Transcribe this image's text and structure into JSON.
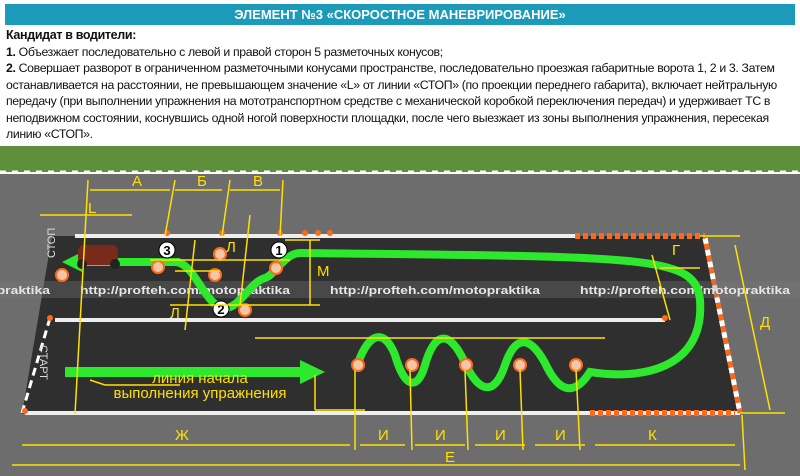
{
  "title": "ЭЛЕМЕНТ №3 «СКОРОСТНОЕ МАНЕВРИРОВАНИЕ»",
  "heading": "Кандидат в водители:",
  "items": [
    {
      "num": "1.",
      "text": " Объезжает последовательно с левой и правой сторон 5 разметочных конусов;"
    },
    {
      "num": "2.",
      "text": " Совершает разворот в ограниченном разметочными конусами пространстве, последовательно проезжая габаритные ворота 1, 2 и 3. Затем  останавливается на расстоянии, не превышающем значение «L» от линии «СТОП» (по проекции переднего габарита), включает нейтральную передачу (при выполнении упражнения на  мототранспортном средстве с механической коробкой переключения передач) и удерживает ТС в неподвижном состоянии, коснувшись одной ногой поверхности площадки, после чего  выезжает из зоны выполнения упражнения, пересекая линию «СТОП»."
    }
  ],
  "watermark": "http://profteh.com/motopraktika",
  "diagram": {
    "stop": "СТОП",
    "start": "СТАРТ",
    "start_line_label": [
      "линия начала",
      "выполнения упражнения"
    ],
    "gates": [
      "1",
      "2",
      "3"
    ],
    "dims": {
      "A": "А",
      "B": "Б",
      "V": "В",
      "L": "L",
      "G": "Г",
      "D": "Д",
      "M": "М",
      "Lg": "Л",
      "Zh": "Ж",
      "I": "И",
      "K": "К",
      "E": "Е"
    }
  },
  "colors": {
    "header": "#1b9bb9",
    "path": "#2ee82e",
    "dim": "#ffe000",
    "asphalt": "#6d6d6d",
    "field": "#2f2f2f"
  }
}
